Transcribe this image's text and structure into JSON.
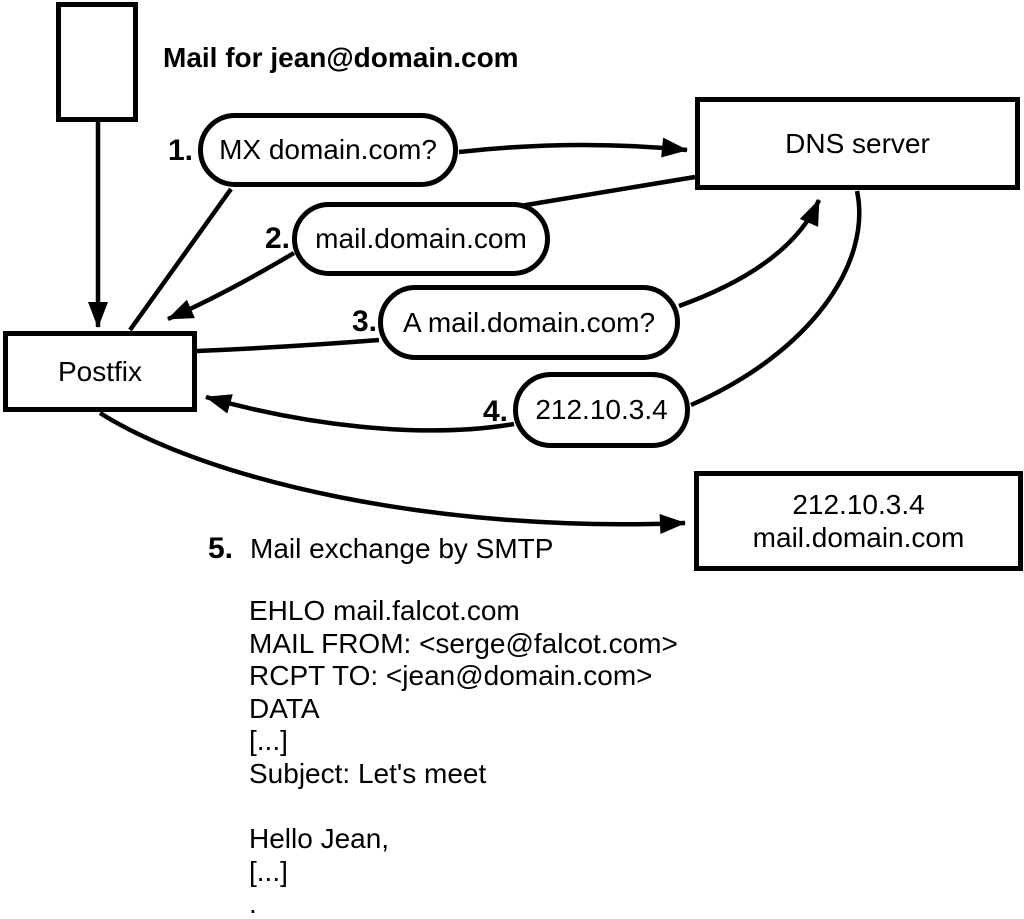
{
  "diagram": {
    "title_note": "Mail for jean@domain.com",
    "nodes": {
      "postfix": {
        "label": "Postfix"
      },
      "dns": {
        "label": "DNS server"
      },
      "mail_server": {
        "line1": "212.10.3.4",
        "line2": "mail.domain.com"
      }
    },
    "steps": [
      {
        "num": "1.",
        "label": "MX domain.com?"
      },
      {
        "num": "2.",
        "label": "mail.domain.com"
      },
      {
        "num": "3.",
        "label": "A mail.domain.com?"
      },
      {
        "num": "4.",
        "label": "212.10.3.4"
      },
      {
        "num": "5.",
        "label": "Mail exchange by SMTP"
      }
    ],
    "smtp_session": [
      "EHLO mail.falcot.com",
      "MAIL FROM: <serge@falcot.com>",
      "RCPT TO: <jean@domain.com>",
      "DATA",
      "[...]",
      "Subject: Let's meet",
      "",
      "Hello Jean,",
      "[...]",
      "."
    ],
    "colors": {
      "ink": "#000000",
      "background": "#ffffff"
    }
  }
}
